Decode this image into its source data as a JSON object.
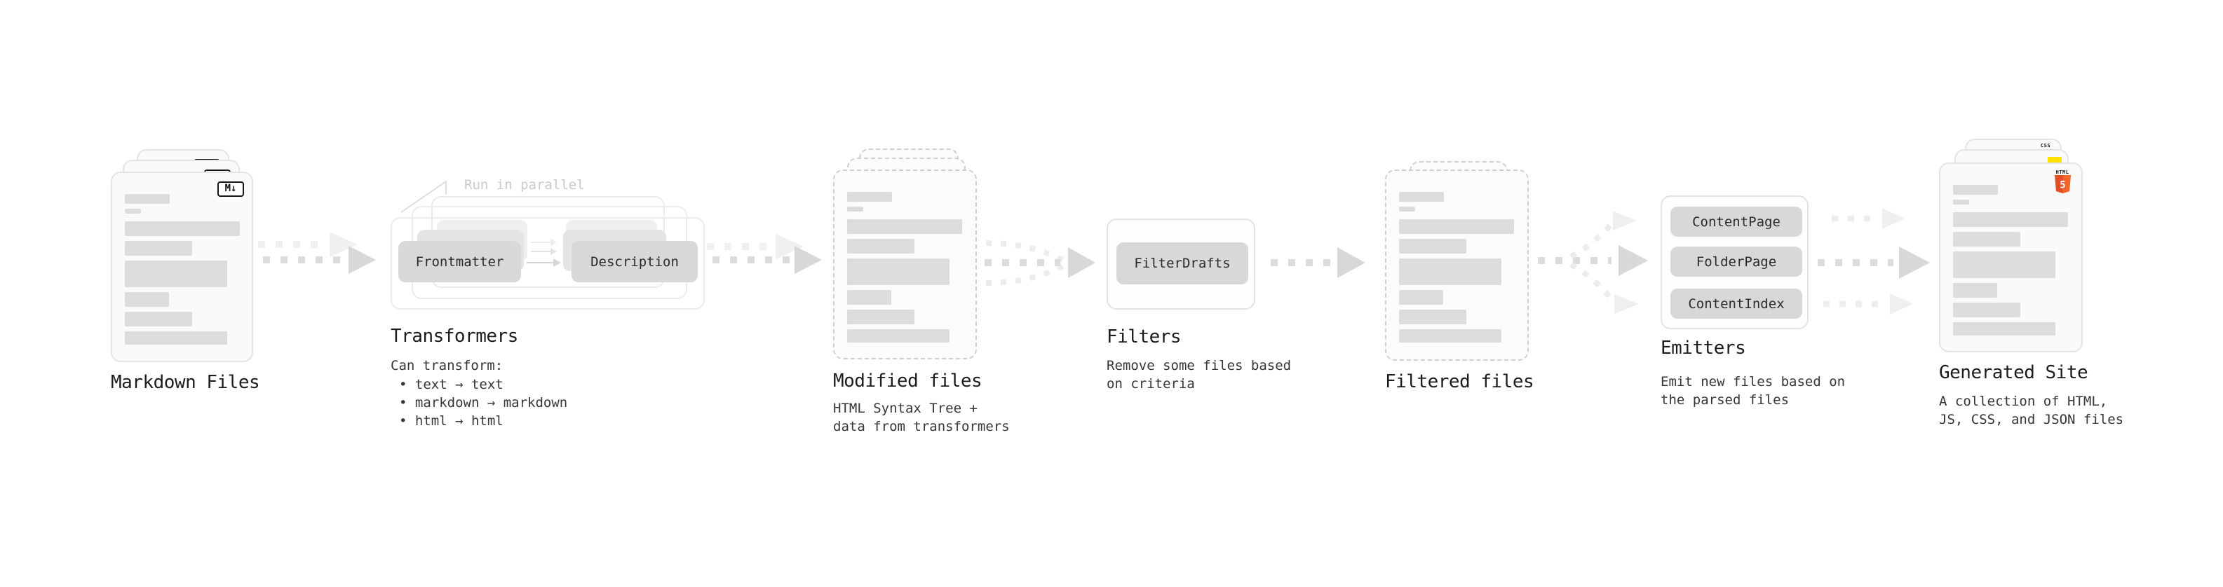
{
  "stages": {
    "markdown": {
      "title": "Markdown Files"
    },
    "transformers": {
      "title": "Transformers",
      "annotation": "Run in parallel",
      "pill_front": "Frontmatter",
      "pill_back": "Description",
      "caption_heading": "Can transform:",
      "bullets": [
        "• text → text",
        "• markdown → markdown",
        "• html → html"
      ]
    },
    "modified": {
      "title": "Modified files",
      "caption": "HTML Syntax Tree +\ndata from transformers"
    },
    "filters": {
      "title": "Filters",
      "pill": "FilterDrafts",
      "caption": "Remove some files based\non criteria"
    },
    "filtered": {
      "title": "Filtered files"
    },
    "emitters": {
      "title": "Emitters",
      "pills": [
        "ContentPage",
        "FolderPage",
        "ContentIndex"
      ],
      "caption": "Emit new files based on\nthe parsed files"
    },
    "generated": {
      "title": "Generated Site",
      "caption": "A collection of HTML,\nJS, CSS, and JSON files"
    }
  },
  "icons": {
    "markdown_badge": "M↓",
    "html5_label": "HTML",
    "html5_number": "5",
    "css_label": "CSS"
  },
  "colors": {
    "html5_orange": "#e44d26",
    "html5_orange_light": "#f16529",
    "js_yellow": "#ffe200",
    "css_blue": "#2965f1",
    "arrow": "#d8d8d8",
    "arrow_light": "#ededed"
  }
}
